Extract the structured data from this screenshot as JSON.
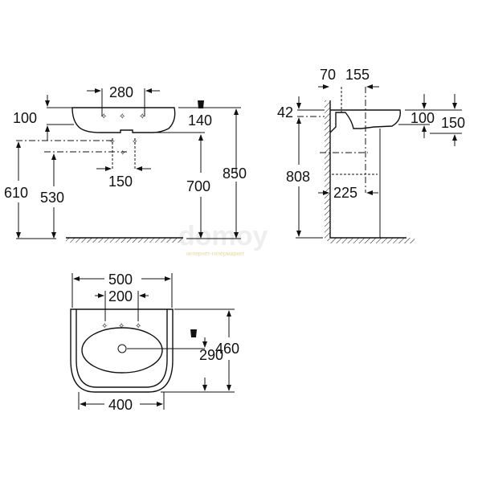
{
  "watermark": {
    "brand": "domoy",
    "tagline": "интернет-гипермаркет"
  },
  "front_view": {
    "hole_spacing": "280",
    "rim_height": "100",
    "overflow": "140",
    "total_height": "850",
    "supply_spacing": "150",
    "rim_to_floor": "700",
    "supply_height": "610",
    "drain_height": "530"
  },
  "side_view": {
    "wall_offset": "70",
    "tap_offset": "155",
    "bracket": "42",
    "bowl_depth": "100",
    "rim_depth": "150",
    "fix_height": "808",
    "pedestal_offset": "225"
  },
  "top_view": {
    "width": "500",
    "hole_spacing": "200",
    "drain_offset": "290",
    "depth": "460",
    "base_width": "400"
  }
}
